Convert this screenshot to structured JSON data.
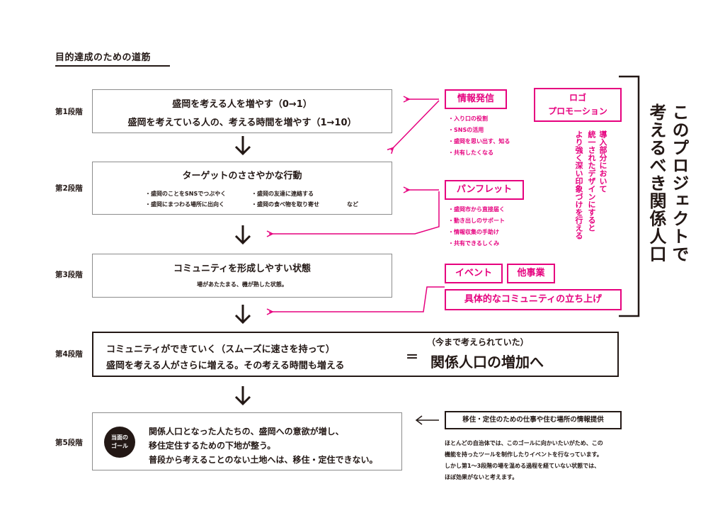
{
  "heading": "目的達成のための道筋",
  "stages": [
    "第1段階",
    "第2段階",
    "第3段階",
    "第4段階",
    "第5段階"
  ],
  "stage1": {
    "line1": "盛岡を考える人を増やす（0→1）",
    "line2": "盛岡を考えている人の、考える時間を増やす（1→10）"
  },
  "stage2": {
    "title": "ターゲットのささやかな行動",
    "bullets_left": [
      "・盛岡のことをSNSでつぶやく",
      "・盛岡にまつわる場所に出向く"
    ],
    "bullets_right": [
      "・盛岡の友達に連絡する",
      "・盛岡の食べ物を取り寄せ"
    ],
    "etc": "など"
  },
  "stage3": {
    "title": "コミュニティを形成しやすい状態",
    "sub": "場があたたまる、機が熟した状態。"
  },
  "stage4": {
    "line1": "コミュニティができていく（スムーズに速さを持って）",
    "line2": "盛岡を考える人がさらに増える。その考える時間も増える",
    "equals": "＝",
    "paren": "（今まで考えられていた）",
    "result": "関係人口の増加へ"
  },
  "stage5": {
    "badge": [
      "当面の",
      "ゴール"
    ],
    "lines": [
      "関係人口となった人たちの、盛岡への意欲が増し、",
      "移住定住するための下地が整う。",
      "普段から考えることのない土地へは、移住・定住できない。"
    ]
  },
  "tags": {
    "info": {
      "label": "情報発信",
      "items": [
        "・入り口の役割",
        "・SNSの活用",
        "・盛岡を思い出す、知る",
        "・共有したくなる"
      ]
    },
    "logo": {
      "line1": "ロゴ",
      "line2": "プロモーション"
    },
    "logo_vertical": [
      "導入部分において",
      "統一されたデザインにすると",
      "より強く深い印象づけを行える"
    ],
    "pamphlet": {
      "label": "パンフレット",
      "items": [
        "・盛岡市から直接届く",
        "・動き出しのサポート",
        "・情報収集の手助け",
        "・共有できるしくみ"
      ]
    },
    "event": "イベント",
    "other": "他事業",
    "community": "具体的なコミュニティの立ち上げ"
  },
  "project_label": [
    "このプロジェクトで",
    "考えるべき関係人口"
  ],
  "migration": {
    "label": "移住・定住のための仕事や住む場所の情報提供",
    "desc": [
      "ほとんどの自治体では、このゴールに向かいたいがため、この",
      "機能を持ったツールを制作したりイベントを行なっています。",
      "しかし第1〜3段階の場を温める過程を経ていない状態では、",
      "ほぼ効果がないと考えます。"
    ]
  },
  "colors": {
    "accent": "#e6007e",
    "ink": "#231815",
    "border": "#8c8c8c"
  }
}
